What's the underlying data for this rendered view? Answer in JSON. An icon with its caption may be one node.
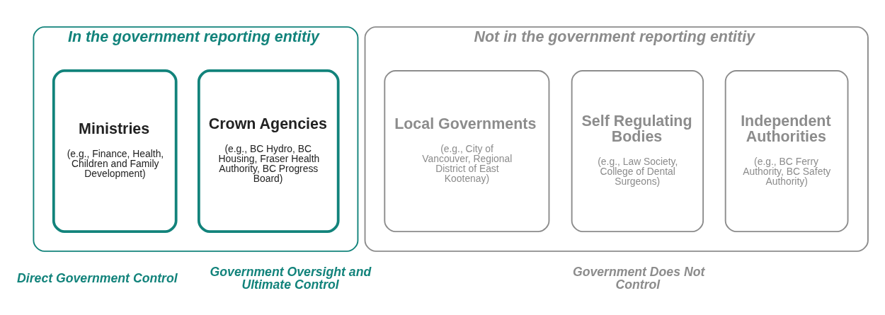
{
  "diagram": {
    "nodes": [
      {
        "text": [
          "In the government reporting entitiy"
        ]
      },
      {
        "text": [
          "Ministries",
          "(e.g., Finance, Health, Children and Family Development)"
        ],
        "in": 0
      },
      {
        "text": [
          "Crown Agencies",
          "(e.g., BC Hydro, BC Housing, Fraser Health Authority, BC Progress Board)"
        ],
        "in": 0
      },
      {
        "text": [
          "Not in the government reporting entitiy"
        ]
      },
      {
        "text": [
          "Independent Authorities",
          "(e.g., BC Ferry Authority, BC Safety Authority)"
        ],
        "in": 3
      },
      {
        "text": [
          "Self Regulating Bodies",
          "(e.g., Law Society, College of Dental Surgeons)"
        ],
        "in": 3
      },
      {
        "text": [
          "Local Governments",
          "(e.g., City of Vancouver, Regional District of East Kootenay)"
        ],
        "in": 3
      }
    ],
    "labels": [
      "Direct Government Control",
      "Government Oversight and Ultimate Control",
      "Government Does Not Control"
    ]
  }
}
